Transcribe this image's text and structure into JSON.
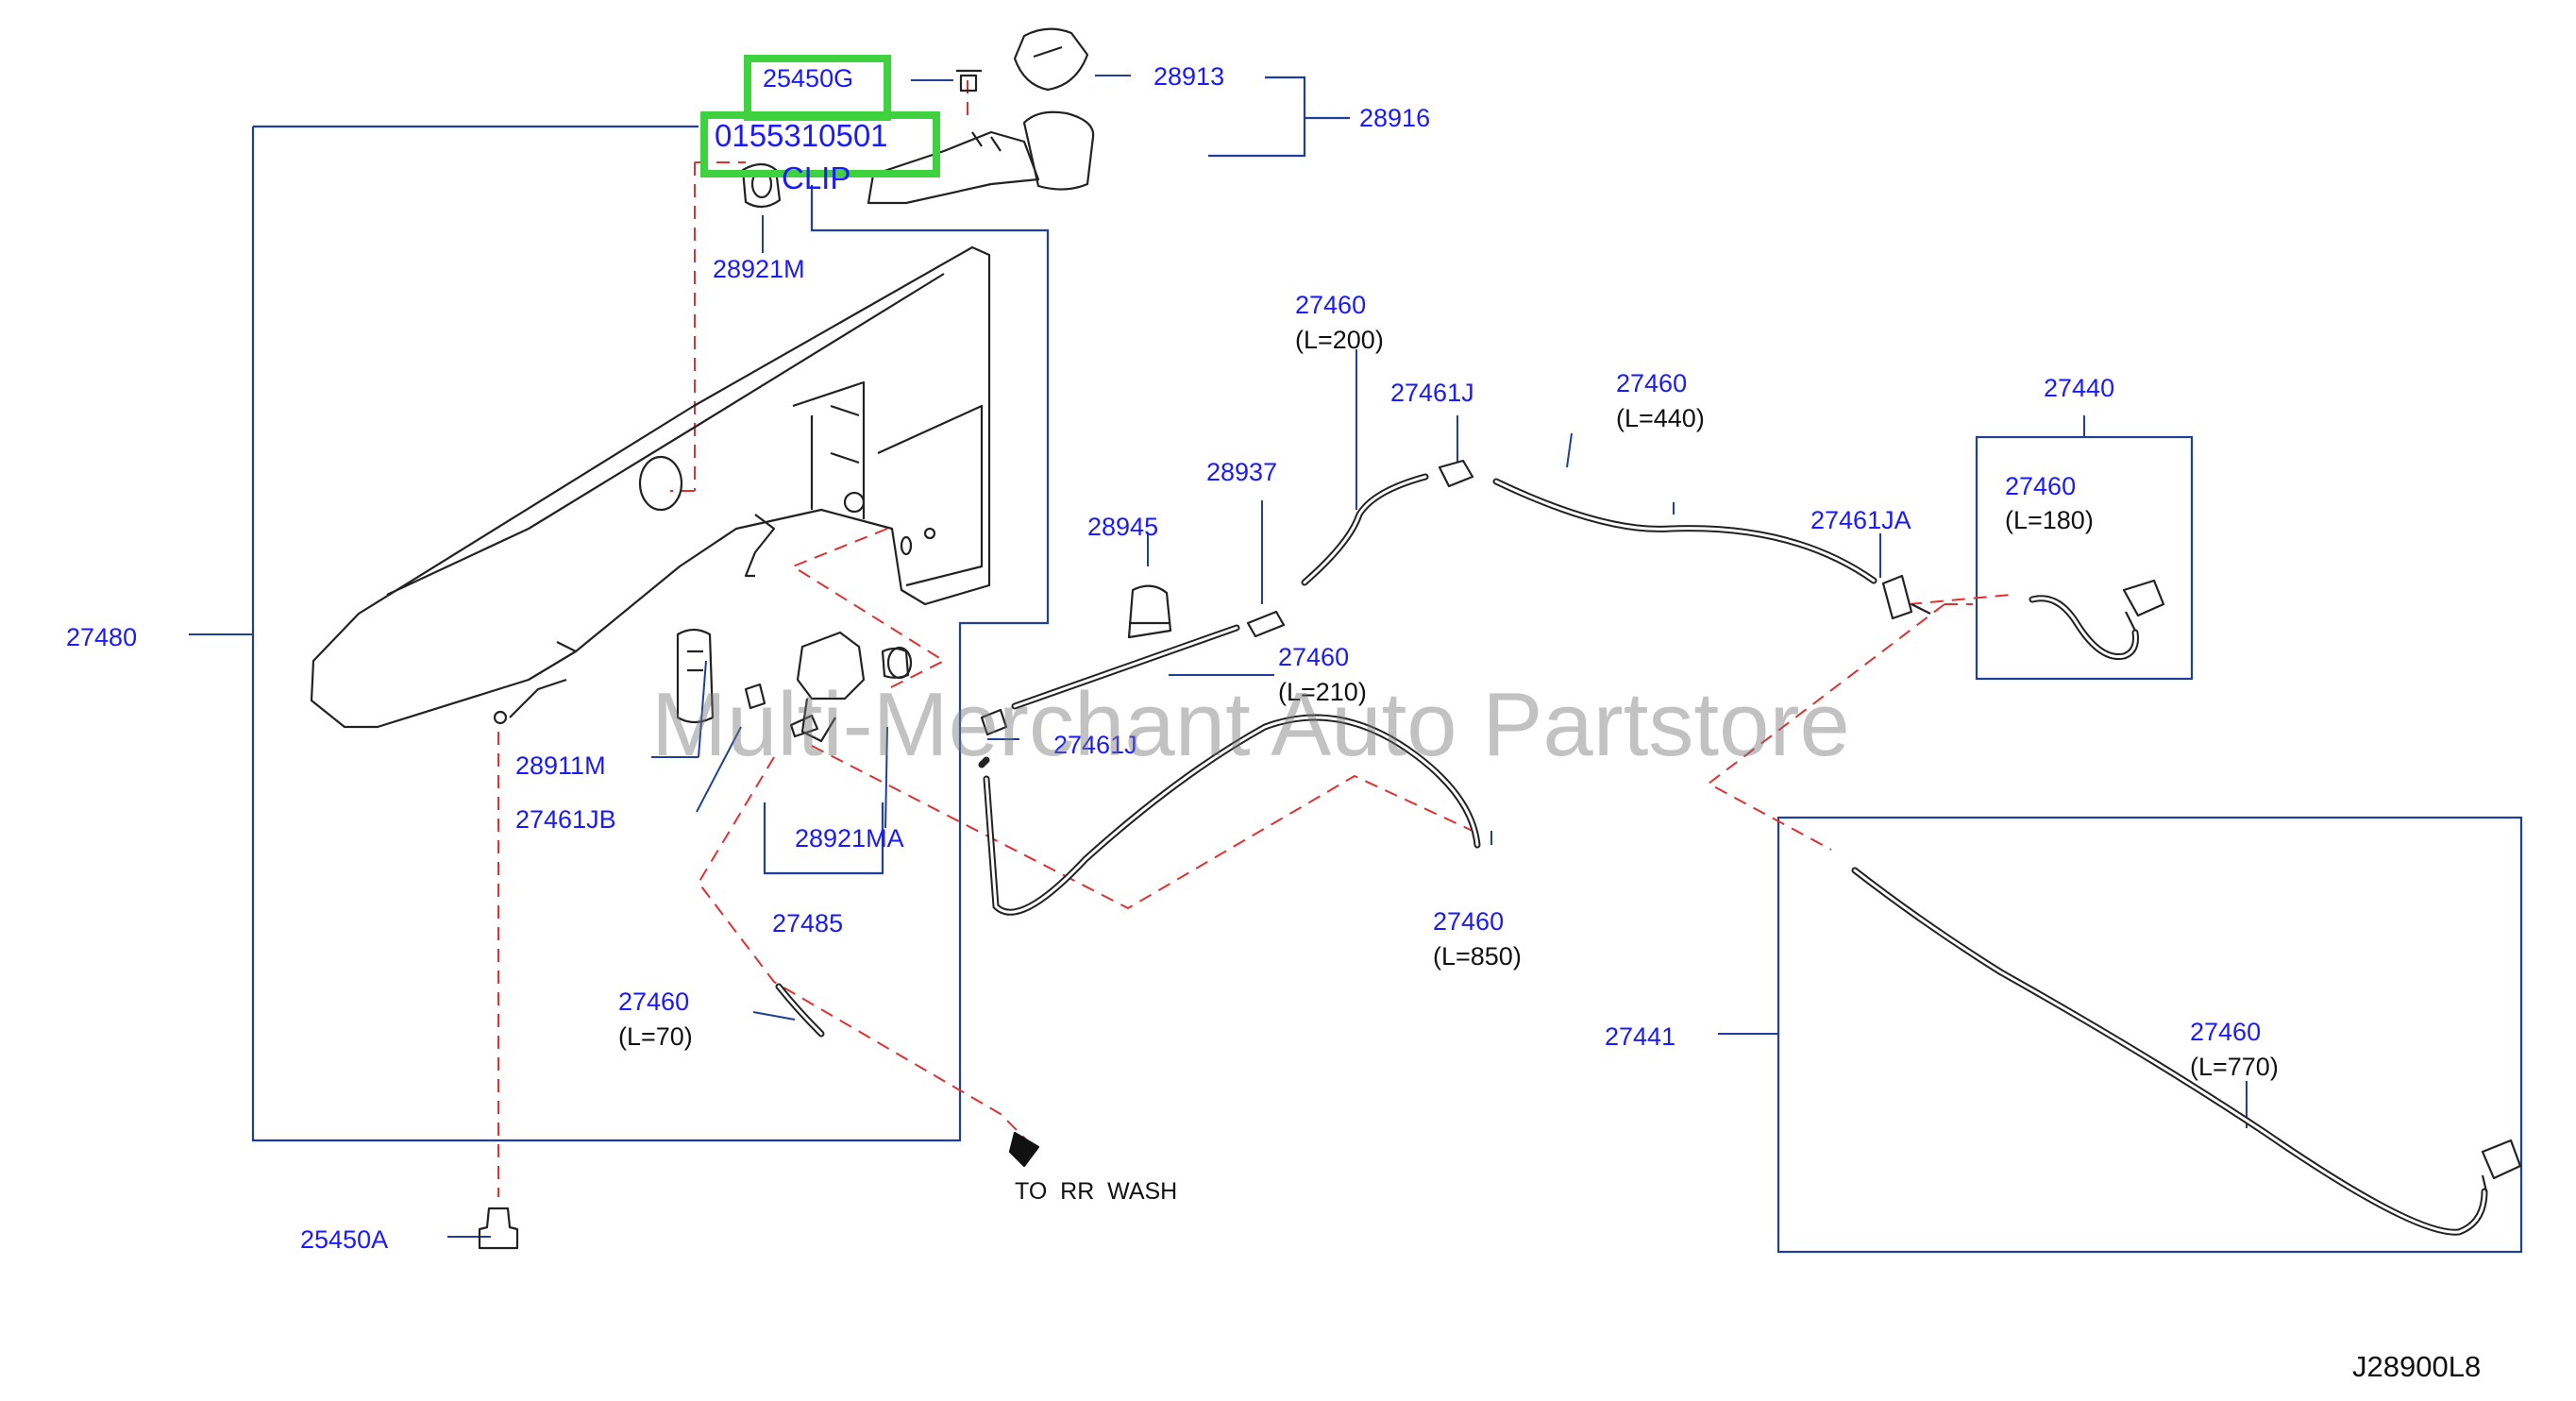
{
  "watermark": "Multi-Merchant Auto Partstore",
  "diagram_code": "J28900L8",
  "direction_label": "TO  RR  WASH",
  "highlighted_parts": {
    "bolt_part": "25450G",
    "clip_part_number": "0155310501",
    "clip_label": "CLIP"
  },
  "labels": {
    "p28913": "28913",
    "p28916": "28916",
    "p28921M": "28921M",
    "p27480": "27480",
    "p27460_l200": "27460",
    "l200": "(L=200)",
    "p27461J_top": "27461J",
    "p27460_l440": "27460",
    "l440": "(L=440)",
    "p27440": "27440",
    "p27460_l180": "27460",
    "l180": "(L=180)",
    "p27461JA": "27461JA",
    "p28937": "28937",
    "p28945": "28945",
    "p27460_l210": "27460",
    "l210": "(L=210)",
    "p27461J_mid": "27461J",
    "p28911M": "28911M",
    "p27461JB": "27461JB",
    "p28921MA": "28921MA",
    "p27485": "27485",
    "p27460_l850": "27460",
    "l850": "(L=850)",
    "p27460_l70": "27460",
    "l70": "(L=70)",
    "p27441": "27441",
    "p27460_l770": "27460",
    "l770": "(L=770)",
    "p25450A": "25450A"
  },
  "colors": {
    "label_text": "#1a1aff",
    "leader_line": "#1f3f99",
    "dashed_line": "#e03030",
    "highlight_box": "#3fd23f",
    "part_outline": "#222222"
  }
}
